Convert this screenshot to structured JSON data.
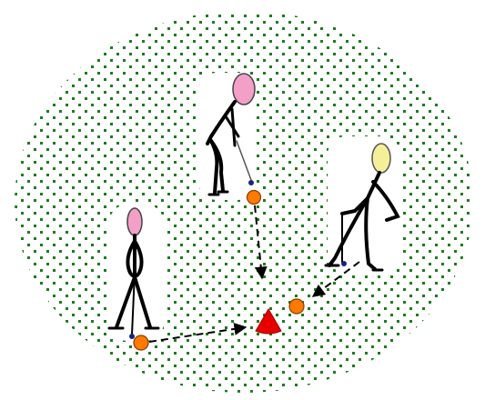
{
  "colors": {
    "background": "#ffffff",
    "field_dots": "#1f7a1f",
    "figure_line": "#000000",
    "head_pink": "#f2a0c8",
    "head_yellow": "#f5ef9a",
    "ball_fill": "#ff7a00",
    "ball_outline": "#8a3a00",
    "cone_fill": "#e60000",
    "arrow": "#000000",
    "club_head": "#1a237e"
  },
  "field": {
    "shape": "oval",
    "pattern": "dots"
  },
  "players": [
    {
      "id": "left",
      "head_color": "pink",
      "pose": "standing-putting"
    },
    {
      "id": "top",
      "head_color": "pink",
      "pose": "bent-putting"
    },
    {
      "id": "right",
      "head_color": "yellow",
      "pose": "leaning-putting"
    }
  ],
  "target": {
    "kind": "cone",
    "color": "red"
  },
  "balls": [
    {
      "id": "left-ball",
      "color": "orange"
    },
    {
      "id": "top-ball",
      "color": "orange"
    },
    {
      "id": "right-ball",
      "color": "orange"
    }
  ],
  "paths": [
    {
      "from": "left-ball",
      "to": "cone",
      "style": "dashed-arrow"
    },
    {
      "from": "top-ball",
      "to": "cone",
      "style": "dashed-arrow"
    },
    {
      "from": "right-player",
      "to": "right-ball",
      "style": "dashed-arrow"
    }
  ]
}
